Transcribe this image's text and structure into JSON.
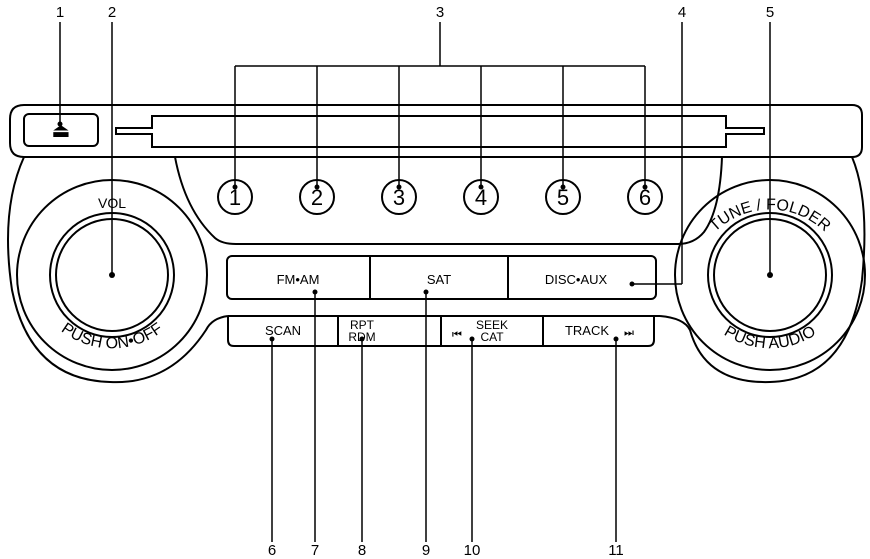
{
  "callouts": [
    "1",
    "2",
    "3",
    "4",
    "5",
    "6",
    "7",
    "8",
    "9",
    "10",
    "11"
  ],
  "eject_symbol": "⏏",
  "presets": [
    "1",
    "2",
    "3",
    "4",
    "5",
    "6"
  ],
  "vol_knob": {
    "top_label": "VOL",
    "bottom_label": "PUSH ON•OFF"
  },
  "tune_knob": {
    "top_label": "TUNE / FOLDER",
    "bottom_label": "PUSH AUDIO"
  },
  "source_buttons": [
    "FM•AM",
    "SAT",
    "DISC•AUX"
  ],
  "bottom_buttons": {
    "scan": "SCAN",
    "rpt_top": "RPT",
    "rpt_bottom": "RDM",
    "seek_top": "SEEK",
    "seek_bottom": "CAT",
    "seek_icon": "⏮",
    "track": "TRACK",
    "track_icon": "⏭"
  }
}
